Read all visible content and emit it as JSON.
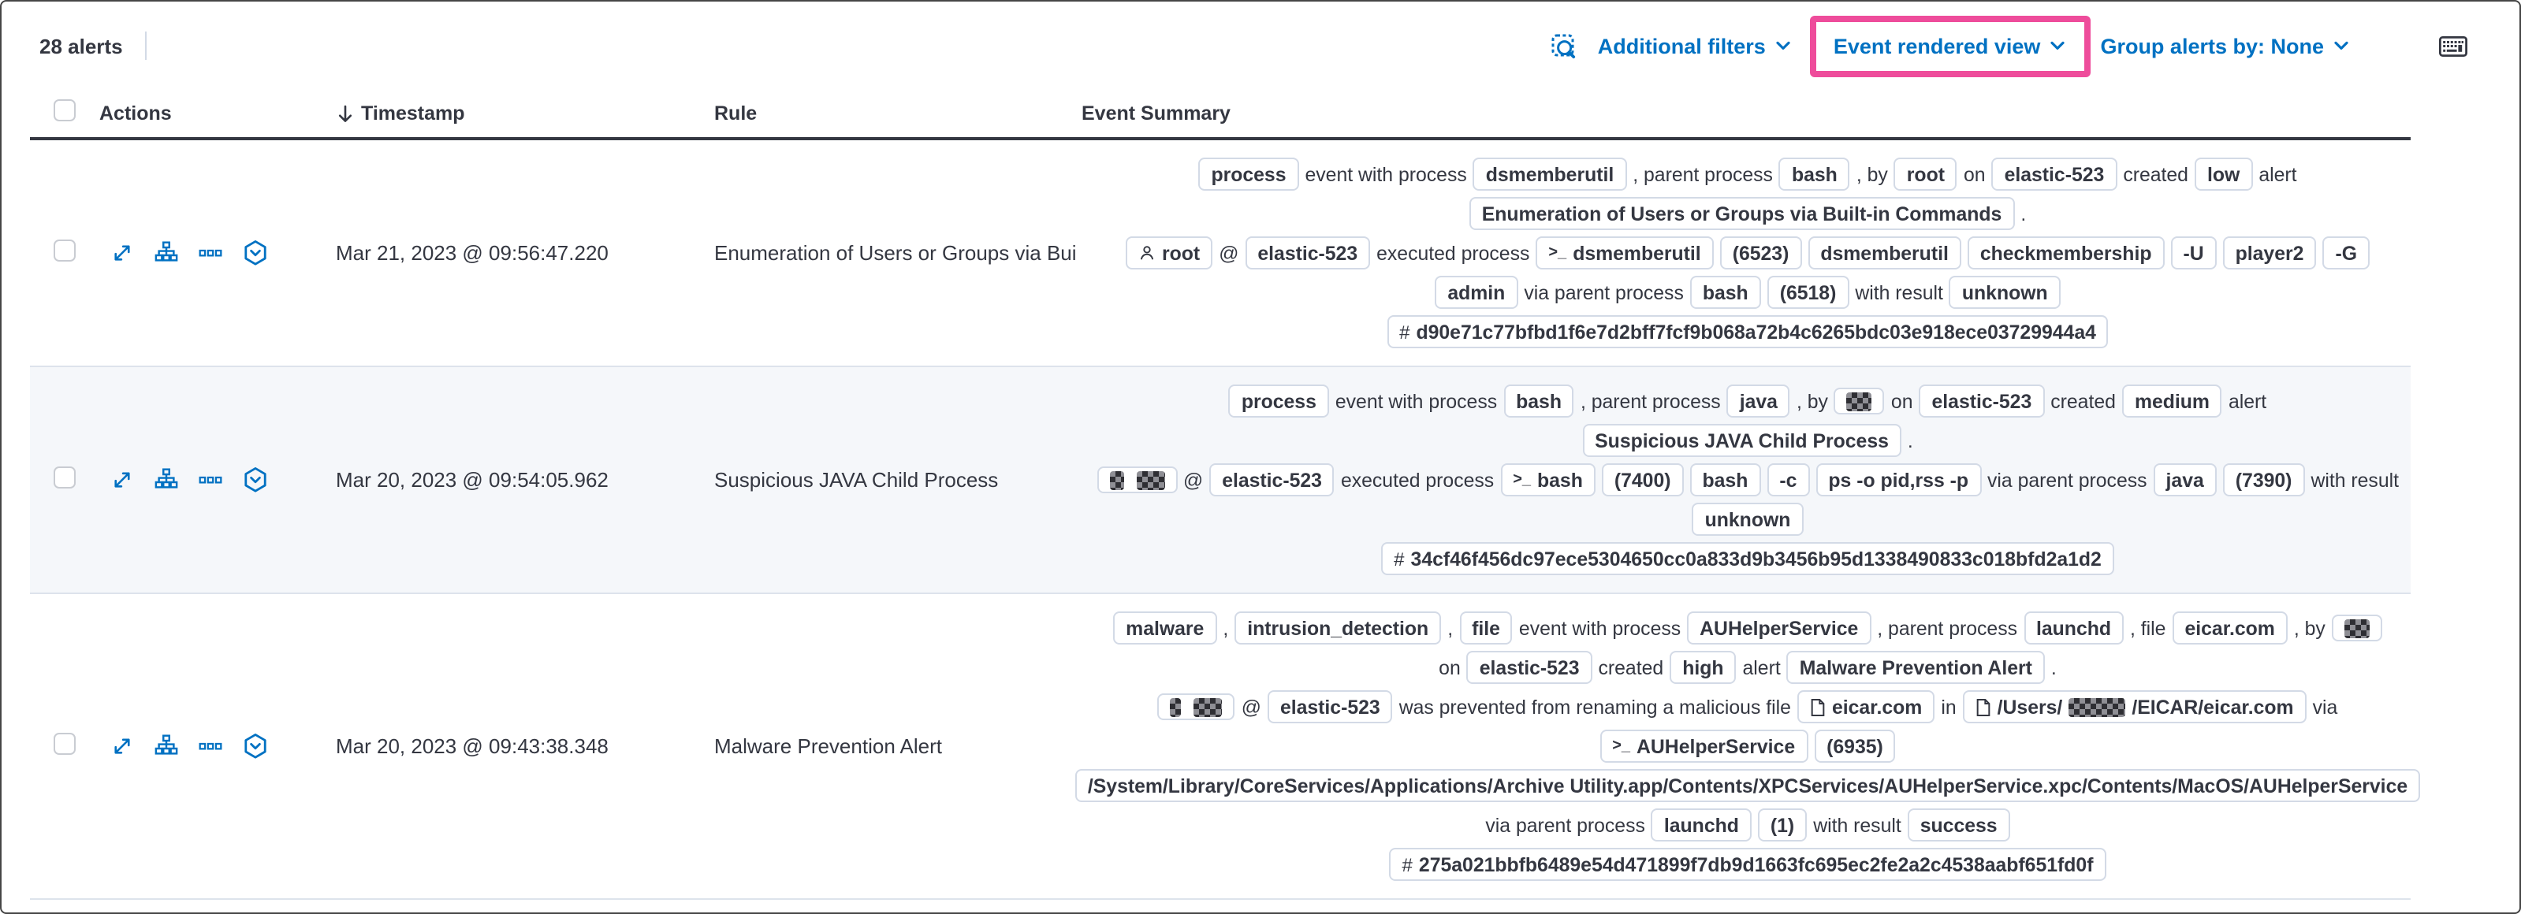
{
  "toolbar": {
    "alert_count": "28 alerts",
    "additional_filters_label": "Additional filters",
    "view_selector_label": "Event rendered view",
    "group_by_label": "Group alerts by: None"
  },
  "colors": {
    "accent_blue": "#0071c2",
    "highlight_pink": "#ee4c9b",
    "text": "#343741",
    "badge_border": "#d3dae6",
    "row_stripe": "#f5f7fa"
  },
  "table": {
    "headers": {
      "actions": "Actions",
      "timestamp": "Timestamp",
      "rule": "Rule",
      "event_summary": "Event Summary"
    }
  },
  "rows": [
    {
      "timestamp": "Mar 21, 2023 @ 09:56:47.220",
      "rule": "Enumeration of Users or Groups via Bui",
      "summary_lines": [
        [
          {
            "t": "b",
            "v": "process"
          },
          {
            "t": "t",
            "v": "event with process"
          },
          {
            "t": "b",
            "v": "dsmemberutil"
          },
          {
            "t": "t",
            "v": ", parent process"
          },
          {
            "t": "b",
            "v": "bash"
          },
          {
            "t": "t",
            "v": ", by"
          },
          {
            "t": "b",
            "v": "root"
          },
          {
            "t": "t",
            "v": "on"
          },
          {
            "t": "b",
            "v": "elastic-523"
          },
          {
            "t": "t",
            "v": "created"
          },
          {
            "t": "b",
            "v": "low"
          },
          {
            "t": "t",
            "v": "alert"
          }
        ],
        [
          {
            "t": "b",
            "v": "Enumeration of Users or Groups via Built-in Commands"
          },
          {
            "t": "t",
            "v": "."
          }
        ],
        [
          {
            "t": "b",
            "v": "root",
            "icon": "user"
          },
          {
            "t": "t",
            "v": "@"
          },
          {
            "t": "b",
            "v": "elastic-523"
          },
          {
            "t": "t",
            "v": "executed process"
          },
          {
            "t": "b",
            "v": "dsmemberutil",
            "icon": "term"
          },
          {
            "t": "b",
            "v": "(6523)"
          },
          {
            "t": "b",
            "v": "dsmemberutil"
          },
          {
            "t": "b",
            "v": "checkmembership"
          },
          {
            "t": "b",
            "v": "-U"
          },
          {
            "t": "b",
            "v": "player2"
          },
          {
            "t": "b",
            "v": "-G"
          }
        ],
        [
          {
            "t": "b",
            "v": "admin"
          },
          {
            "t": "t",
            "v": "via parent process"
          },
          {
            "t": "b",
            "v": "bash"
          },
          {
            "t": "b",
            "v": "(6518)"
          },
          {
            "t": "t",
            "v": "with result"
          },
          {
            "t": "b",
            "v": "unknown"
          }
        ],
        [
          {
            "t": "b",
            "v": "d90e71c77bfbd1f6e7d2bff7fcf9b068a72b4c6265bdc03e918ece03729944a4",
            "icon": "hash"
          }
        ]
      ]
    },
    {
      "timestamp": "Mar 20, 2023 @ 09:54:05.962",
      "rule": "Suspicious JAVA Child Process",
      "summary_lines": [
        [
          {
            "t": "b",
            "v": "process"
          },
          {
            "t": "t",
            "v": "event with process"
          },
          {
            "t": "b",
            "v": "bash"
          },
          {
            "t": "t",
            "v": ", parent process"
          },
          {
            "t": "b",
            "v": "java"
          },
          {
            "t": "t",
            "v": ", by"
          },
          {
            "t": "b",
            "r": 16
          },
          {
            "t": "t",
            "v": "on"
          },
          {
            "t": "b",
            "v": "elastic-523"
          },
          {
            "t": "t",
            "v": "created"
          },
          {
            "t": "b",
            "v": "medium"
          },
          {
            "t": "t",
            "v": "alert"
          }
        ],
        [
          {
            "t": "b",
            "v": "Suspicious JAVA Child Process"
          },
          {
            "t": "t",
            "v": "."
          }
        ],
        [
          {
            "t": "b",
            "parts": [
              {
                "r": 9
              },
              {
                "v": " "
              },
              {
                "r": 18
              }
            ]
          },
          {
            "t": "t",
            "v": "@"
          },
          {
            "t": "b",
            "v": "elastic-523"
          },
          {
            "t": "t",
            "v": "executed process"
          },
          {
            "t": "b",
            "v": "bash",
            "icon": "term"
          },
          {
            "t": "b",
            "v": "(7400)"
          },
          {
            "t": "b",
            "v": "bash"
          },
          {
            "t": "b",
            "v": "-c"
          },
          {
            "t": "b",
            "v": "ps -o pid,rss -p"
          },
          {
            "t": "t",
            "v": "via parent process"
          },
          {
            "t": "b",
            "v": "java"
          },
          {
            "t": "b",
            "v": "(7390)"
          },
          {
            "t": "t",
            "v": "with result"
          }
        ],
        [
          {
            "t": "b",
            "v": "unknown"
          }
        ],
        [
          {
            "t": "b",
            "v": "34cf46f456dc97ece5304650cc0a833d9b3456b95d1338490833c018bfd2a1d2",
            "icon": "hash"
          }
        ]
      ]
    },
    {
      "timestamp": "Mar 20, 2023 @ 09:43:38.348",
      "rule": "Malware Prevention Alert",
      "summary_lines": [
        [
          {
            "t": "b",
            "v": "malware"
          },
          {
            "t": "t",
            "v": ","
          },
          {
            "t": "b",
            "v": "intrusion_detection"
          },
          {
            "t": "t",
            "v": ","
          },
          {
            "t": "b",
            "v": "file"
          },
          {
            "t": "t",
            "v": "event with process"
          },
          {
            "t": "b",
            "v": "AUHelperService"
          },
          {
            "t": "t",
            "v": ", parent process"
          },
          {
            "t": "b",
            "v": "launchd"
          },
          {
            "t": "t",
            "v": ", file"
          },
          {
            "t": "b",
            "v": "eicar.com"
          },
          {
            "t": "t",
            "v": ", by"
          },
          {
            "t": "b",
            "r": 16
          }
        ],
        [
          {
            "t": "t",
            "v": "on"
          },
          {
            "t": "b",
            "v": "elastic-523"
          },
          {
            "t": "t",
            "v": "created"
          },
          {
            "t": "b",
            "v": "high"
          },
          {
            "t": "t",
            "v": "alert"
          },
          {
            "t": "b",
            "v": "Malware Prevention Alert"
          },
          {
            "t": "t",
            "v": "."
          }
        ],
        [
          {
            "t": "b",
            "parts": [
              {
                "r": 7
              },
              {
                "v": " "
              },
              {
                "r": 18
              }
            ]
          },
          {
            "t": "t",
            "v": "@"
          },
          {
            "t": "b",
            "v": "elastic-523"
          },
          {
            "t": "t",
            "v": "was prevented from renaming a malicious file"
          },
          {
            "t": "b",
            "v": "eicar.com",
            "icon": "file"
          },
          {
            "t": "t",
            "v": "in"
          },
          {
            "t": "b",
            "icon": "file",
            "parts": [
              {
                "v": "/Users/"
              },
              {
                "r": 36
              },
              {
                "v": "/EICAR/eicar.com"
              }
            ]
          },
          {
            "t": "t",
            "v": "via"
          }
        ],
        [
          {
            "t": "b",
            "v": "AUHelperService",
            "icon": "term"
          },
          {
            "t": "b",
            "v": "(6935)"
          }
        ],
        [
          {
            "t": "b",
            "v": "/System/Library/CoreServices/Applications/Archive Utility.app/Contents/XPCServices/AUHelperService.xpc/Contents/MacOS/AUHelperService"
          }
        ],
        [
          {
            "t": "t",
            "v": "via parent process"
          },
          {
            "t": "b",
            "v": "launchd"
          },
          {
            "t": "b",
            "v": "(1)"
          },
          {
            "t": "t",
            "v": "with result"
          },
          {
            "t": "b",
            "v": "success"
          }
        ],
        [
          {
            "t": "b",
            "v": "275a021bbfb6489e54d471899f7db9d1663fc695ec2fe2a2c4538aabf651fd0f",
            "icon": "hash"
          }
        ]
      ]
    }
  ]
}
